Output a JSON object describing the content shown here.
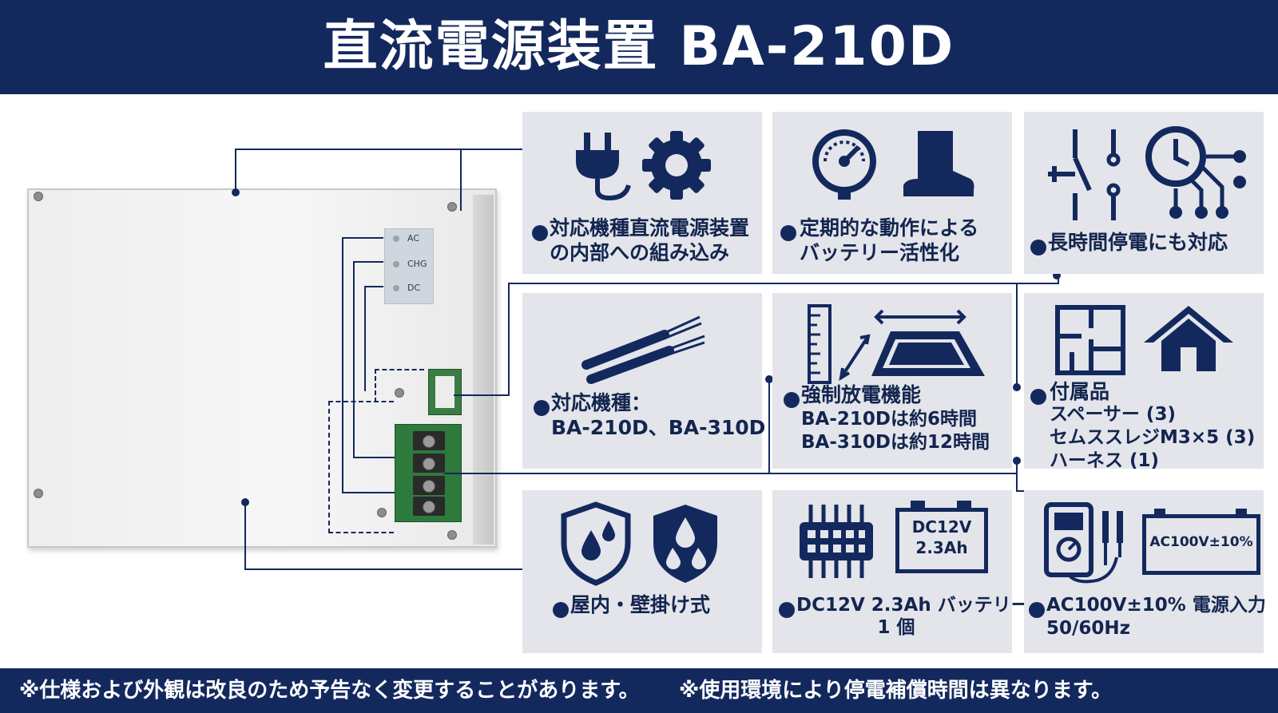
{
  "header": {
    "title": "直流電源装置 BA-210D"
  },
  "device": {
    "leds": [
      {
        "label": "AC"
      },
      {
        "label": "CHG"
      },
      {
        "label": "DC"
      }
    ]
  },
  "features": [
    {
      "name": "embed",
      "lines": [
        "対応機種直流電源装置",
        "の内部への組み込み"
      ]
    },
    {
      "name": "activation",
      "lines": [
        "定期的な動作による",
        "バッテリー活性化"
      ]
    },
    {
      "name": "long-outage",
      "lines": [
        "長時間停電にも対応"
      ]
    },
    {
      "name": "models",
      "lines": [
        "対応機種：",
        "BA-210D、BA-310D"
      ]
    },
    {
      "name": "forced-discharge",
      "lines": [
        "強制放電機能",
        "BA-210Dは約6時間",
        "BA-310Dは約12時間"
      ]
    },
    {
      "name": "accessories",
      "heading": "付属品",
      "lines": [
        "スペーサー (3)",
        "セムススレジM3×5 (3)",
        "ハーネス (1)"
      ]
    },
    {
      "name": "indoor",
      "lines": [
        "屋内・壁掛け式"
      ]
    },
    {
      "name": "battery",
      "lines": [
        "DC12V 2.3Ah バッテリー",
        "1 個"
      ],
      "icon_text": [
        "DC12V",
        "2.3Ah"
      ]
    },
    {
      "name": "power-input",
      "lines": [
        "AC100V±10% 電源入力",
        "50/60Hz"
      ],
      "icon_text": "AC100V±10%"
    }
  ],
  "icons": [
    "plug-icon",
    "gear-icon",
    "pressure-gauge-icon",
    "boot-icon",
    "relay-switch-icon",
    "clock-icon",
    "cable-icon",
    "ruler-icon",
    "tray-icon",
    "floor-plan-icon",
    "house-icon",
    "water-shield-icon",
    "chip-icon",
    "battery-icon",
    "multimeter-icon",
    "battery-box-icon"
  ],
  "colors": {
    "navy": "#13295e",
    "tile": "#e3e5ea"
  },
  "footer": {
    "note1": "※仕様および外観は改良のため予告なく変更することがあります。",
    "note2": "※使用環境により停電補償時間は異なります。"
  }
}
